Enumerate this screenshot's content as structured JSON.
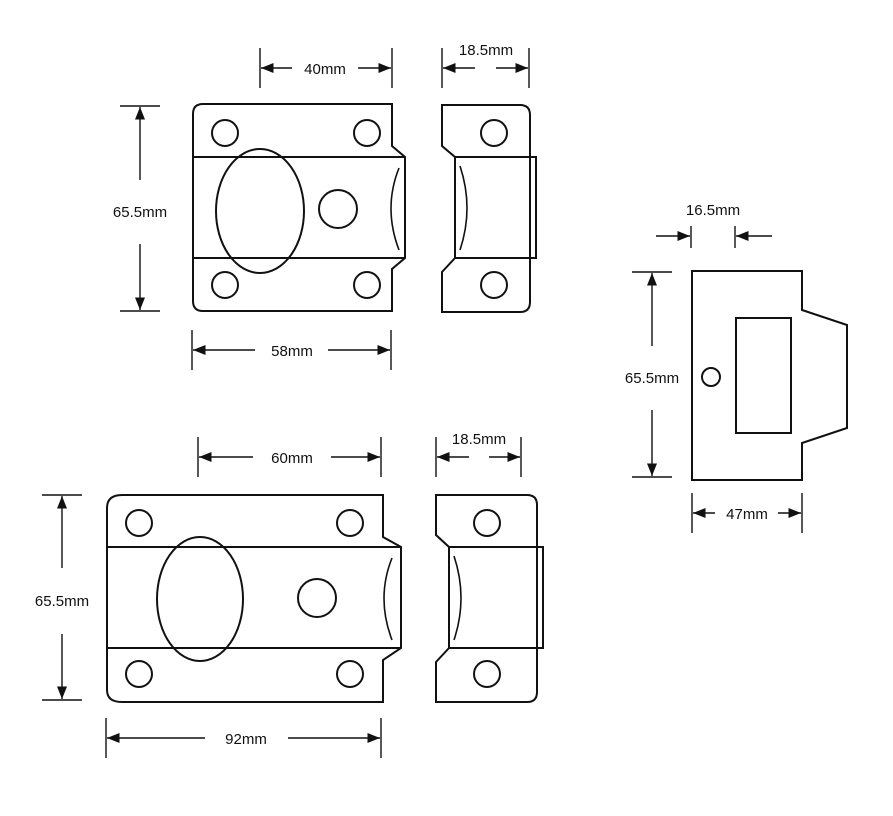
{
  "diagram": {
    "title": "Cabinet latch technical drawing",
    "stroke_color": "#111111",
    "background": "#ffffff",
    "small_latch": {
      "bolt_travel_label": "40mm",
      "keeper_width_label": "18.5mm",
      "height_label": "65.5mm",
      "width_label": "58mm"
    },
    "large_latch": {
      "bolt_travel_label": "60mm",
      "keeper_width_label": "18.5mm",
      "height_label": "65.5mm",
      "width_label": "92mm"
    },
    "side_view": {
      "depth_label": "16.5mm",
      "height_label": "65.5mm",
      "width_label": "47mm"
    }
  }
}
